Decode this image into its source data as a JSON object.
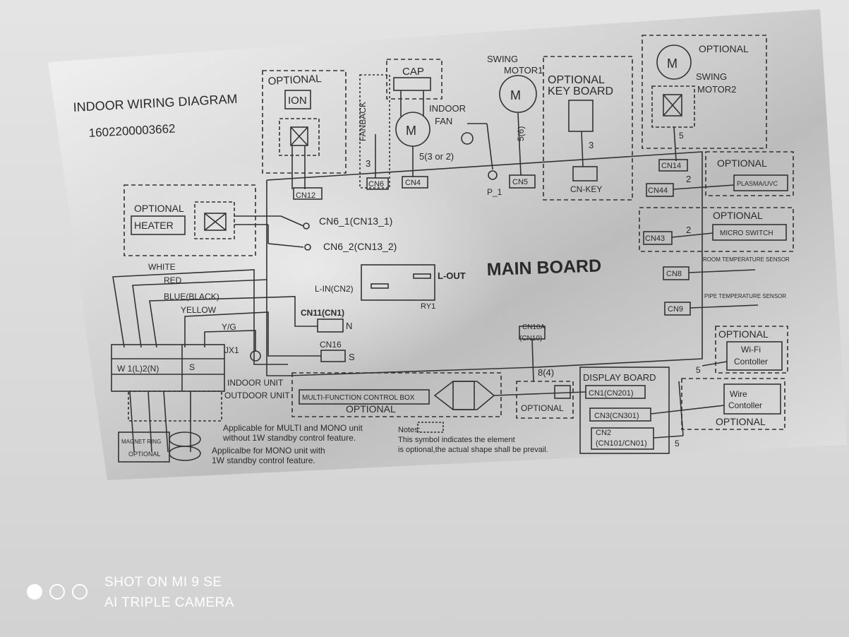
{
  "diagram": {
    "title": "INDOOR WIRING DIAGRAM",
    "part_number": "1602200003662",
    "main_board": "MAIN BOARD",
    "optional": "OPTIONAL",
    "ion": "ION",
    "cn12": "CN12",
    "fanback": "FANBACK",
    "cn6_top": "CN6",
    "cap": "CAP",
    "motor_m": "M",
    "indoor_fan": "INDOOR",
    "indoor_fan2": "FAN",
    "cn4": "CN4",
    "wires_5_3or2": "5(3 or 2)",
    "wires_3": "3",
    "p1": "P_1",
    "swing_motor1": "SWING",
    "swing_motor1b": "MOTOR1",
    "wires_5_6": "5(6)",
    "cn5": "CN5",
    "optional_key_board": "OPTIONAL",
    "key_board": "KEY BOARD",
    "cn_key": "CN-KEY",
    "optional_motor2": "OPTIONAL",
    "swing_motor2": "SWING",
    "swing_motor2b": "MOTOR2",
    "wires_5": "5",
    "cn14": "CN14",
    "cn44": "CN44",
    "plasma_uvc": "PLASMA/UVC",
    "wires_2": "2",
    "cn43": "CN43",
    "micro_switch": "MICRO SWITCH",
    "room_temp_sensor": "ROOM TEMPERATURE SENSOR",
    "cn8": "CN8",
    "pipe_temp_sensor": "PIPE TEMPERATURE SENSOR",
    "cn9": "CN9",
    "wifi_controller": "Wi-Fi",
    "wifi_controller2": "Contoller",
    "heater": "HEATER",
    "cn6_1": "CN6_1(CN13_1)",
    "cn6_2": "CN6_2(CN13_2)",
    "l_out": "L-OUT",
    "l_in": "L-IN(CN2)",
    "ry1": "RY1",
    "cn11": "CN11(CN1)",
    "n": "N",
    "cn16": "CN16",
    "s": "S",
    "white": "WHITE",
    "red": "RED",
    "blue_black": "BLUE(BLACK)",
    "yellow": "YELLOW",
    "yg": "Y/G",
    "jx1": "JX1",
    "terminal_left": "W 1(L)2(N)",
    "terminal_s": "S",
    "indoor_unit": "INDOOR UNIT",
    "outdoor_unit": "OUTDOOR UNIT",
    "cn10a": "CN10A",
    "cn10": "(CN10)",
    "wires_8_4": "8(4)",
    "display_board": "DISPLAY BOARD",
    "cn1_cn201": "CN1(CN201)",
    "cn3_cn301": "CN3(CN301)",
    "cn2": "CN2",
    "cn101": "(CN101/CN01)",
    "multi_function": "MULTI-FUNCTION CONTROL BOX",
    "wire_controller": "Wire",
    "wire_controller2": "Contoller",
    "magnet_ring": "MAGNET RING",
    "magnet_ring_opt": "OPTIONAL",
    "note_multi": "Applicable for MULTI and MONO unit",
    "note_multi2": "without 1W standby control feature.",
    "note_mono": "Applicalbe for MONO unit with",
    "note_mono2": "1W standby control feature.",
    "notes": "Notes:",
    "note_symbol": "This symbol   indicates the element",
    "note_symbol2": "is optional,the actual shape shall  be prevail."
  },
  "watermark": {
    "line1": "SHOT ON MI 9 SE",
    "line2": "AI TRIPLE CAMERA"
  }
}
